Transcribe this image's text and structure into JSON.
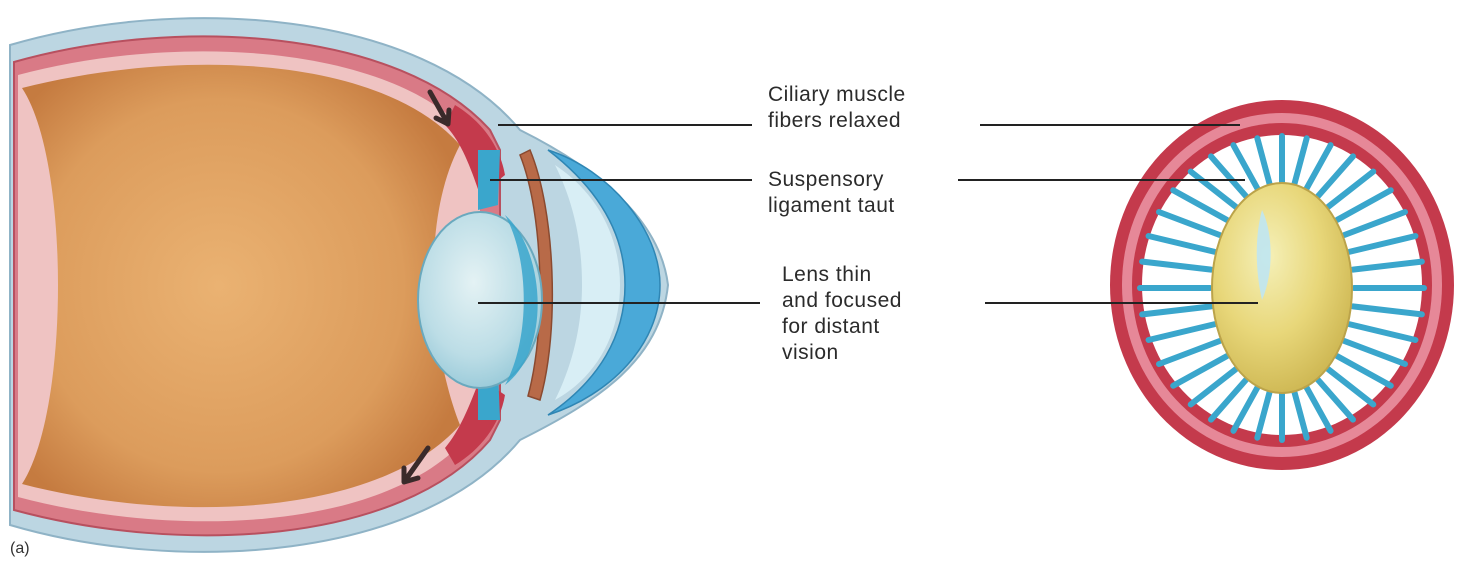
{
  "panel_label": "(a)",
  "labels": {
    "ciliary": [
      "Ciliary muscle",
      "fibers relaxed"
    ],
    "suspensory": [
      "Suspensory",
      "ligament taut"
    ],
    "lens": [
      "Lens thin",
      "and focused",
      "for distant",
      "vision"
    ]
  },
  "colors": {
    "eye_interior": "#e3a866",
    "eye_interior_dark": "#c98446",
    "sclera": "#a9c8d8",
    "choroid": "#c8596a",
    "ciliary_ring": "#c43a4c",
    "ligament": "#3aa6cc",
    "lens_yellow": "#e5d26a",
    "lens_blue": "#bfe0ea",
    "cornea": "#4aa9d8",
    "leader_line": "#222222"
  }
}
